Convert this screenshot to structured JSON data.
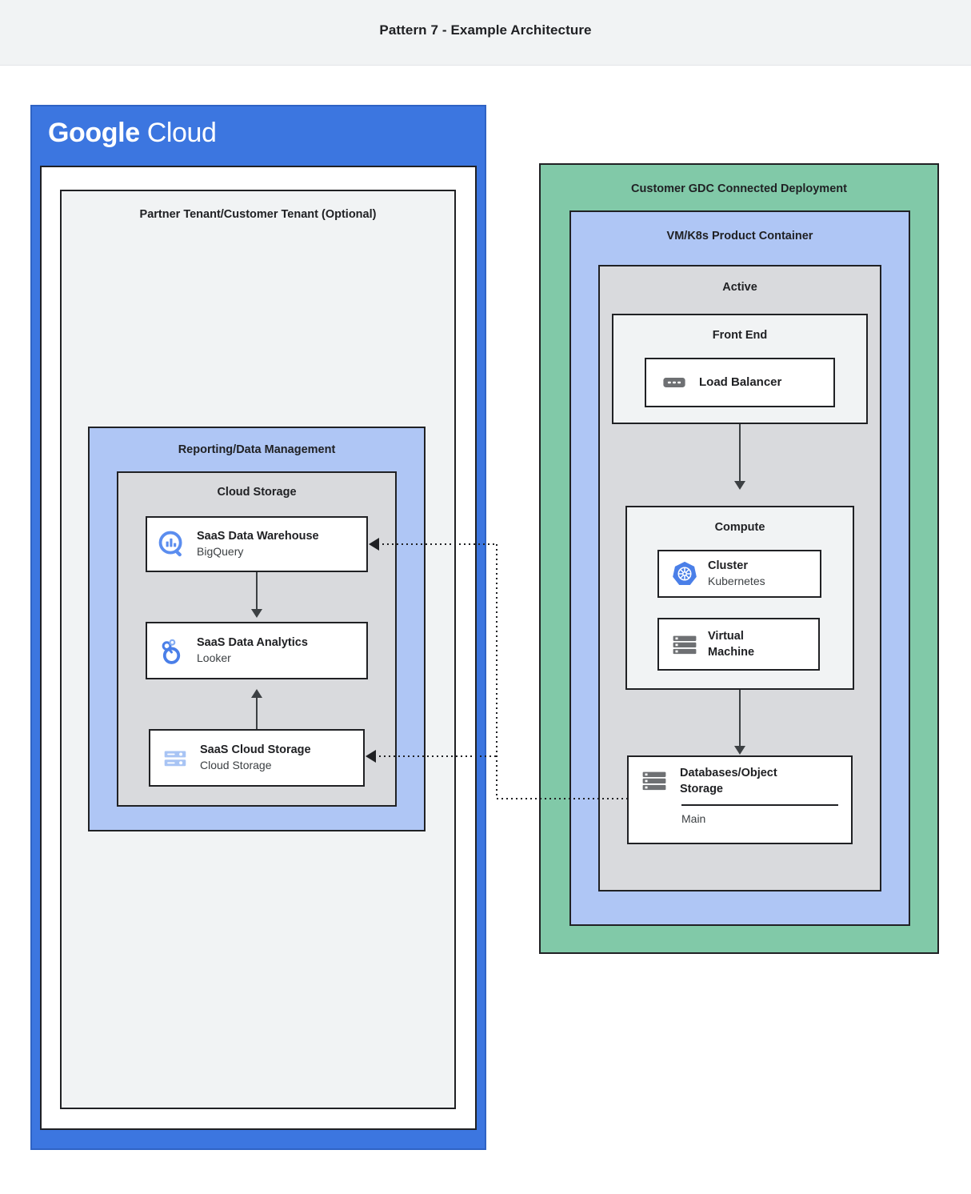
{
  "header": {
    "title": "Pattern 7 - Example Architecture"
  },
  "left_cloud": {
    "logo_first": "Google",
    "logo_second": "Cloud",
    "tenant_title": "Partner Tenant/Customer Tenant (Optional)",
    "reporting_title": "Reporting/Data Management",
    "storage_title": "Cloud Storage",
    "cards": [
      {
        "icon": "bigquery-icon",
        "title": "SaaS Data Warehouse",
        "subtitle": "BigQuery"
      },
      {
        "icon": "looker-icon",
        "title": "SaaS Data Analytics",
        "subtitle": "Looker"
      },
      {
        "icon": "cloud-storage-icon",
        "title": "SaaS Cloud Storage",
        "subtitle": "Cloud Storage"
      }
    ]
  },
  "right_gdc": {
    "gdc_title": "Customer GDC Connected Deployment",
    "vmk8s_title": "VM/K8s Product Container",
    "active_title": "Active",
    "frontend_title": "Front End",
    "compute_title": "Compute",
    "load_balancer": {
      "icon": "load-balancer-icon",
      "title": "Load Balancer"
    },
    "cluster": {
      "icon": "kubernetes-icon",
      "title": "Cluster",
      "subtitle": "Kubernetes"
    },
    "virtual_machine": {
      "icon": "virtual-machine-icon",
      "title": "Virtual\nMachine"
    },
    "database": {
      "icon": "database-storage-icon",
      "title": "Databases/Object\nStorage",
      "footer": "Main"
    }
  },
  "colors": {
    "google_blue": "#3c76e0",
    "container_blue": "#afc6f5",
    "gdc_green": "#81c9a8",
    "gray_panel": "#d9dadd",
    "light_panel": "#f1f3f4",
    "stroke": "#202124",
    "icon_blue": "#5b8def",
    "icon_gray": "#6e7073"
  }
}
